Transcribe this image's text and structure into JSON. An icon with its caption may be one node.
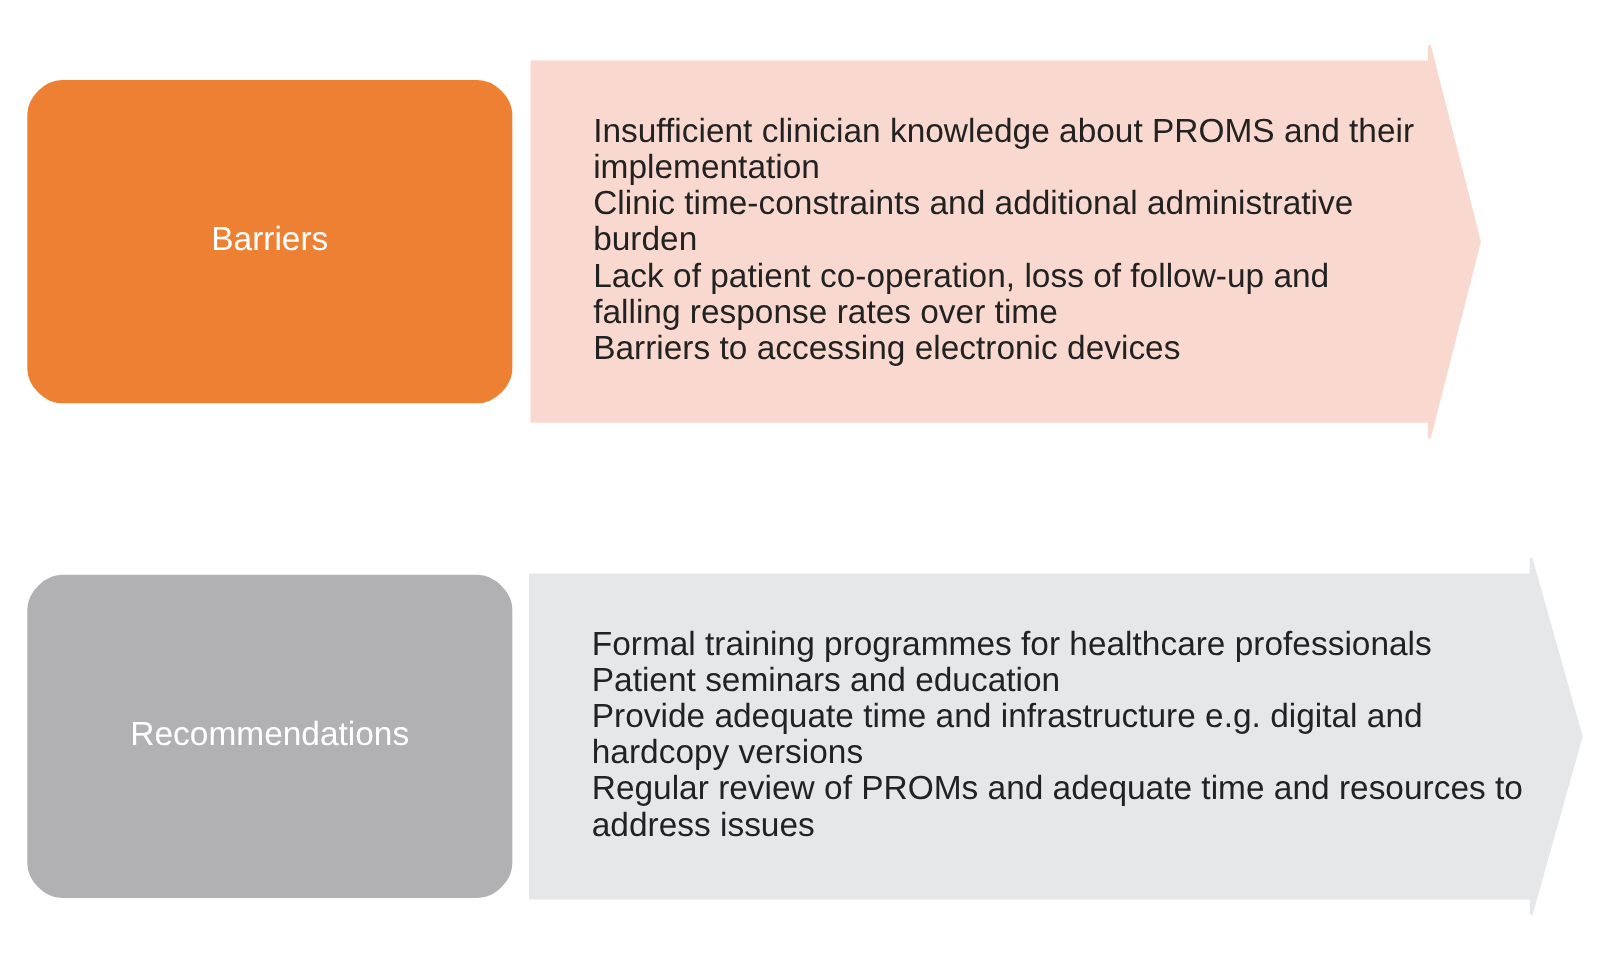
{
  "diagram": {
    "nodes": [
      {
        "text": [
          "Barriers"
        ]
      },
      {
        "text": [
          "Insufficient clinician knowledge about PROMS and their implementation",
          "Clinic time-constraints and additional administrative burden",
          "Lack of patient co-operation, loss of follow-up and falling response rates over time",
          "Barriers to accessing electronic devices"
        ]
      },
      {
        "text": [
          "Recommendations"
        ]
      },
      {
        "text": [
          "Formal training programmes for healthcare professionals",
          "Patient seminars and education",
          "Provide adequate time and infrastructure e.g. digital and hardcopy versions",
          "Regular review of PROMs and adequate time and resources to address issues"
        ]
      }
    ],
    "edges": []
  }
}
